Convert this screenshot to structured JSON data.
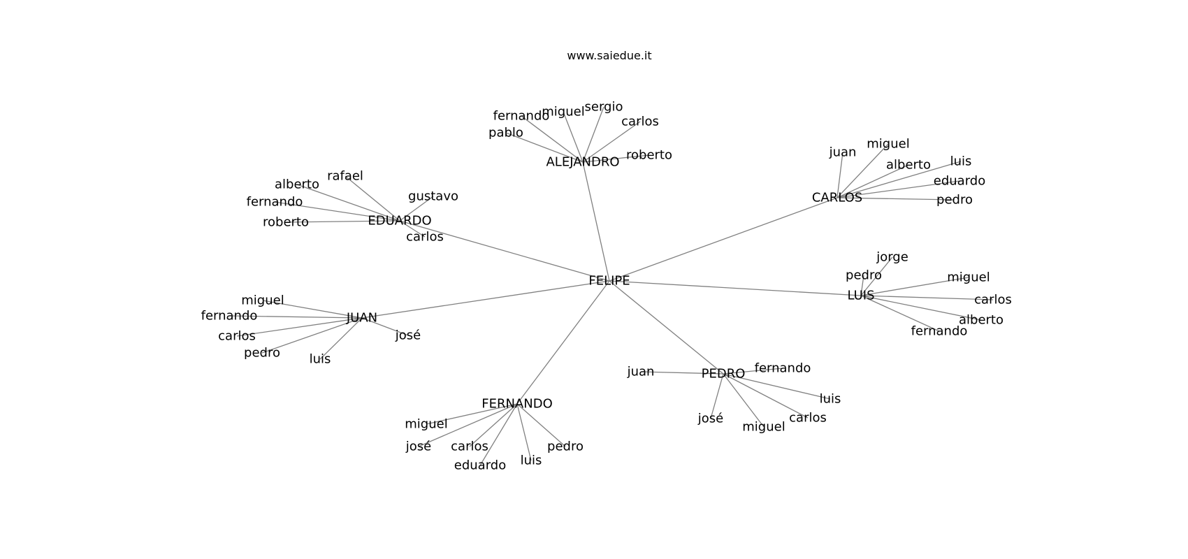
{
  "title": "www.saiedue.it",
  "graph": {
    "center": "FELIPE",
    "hubs": [
      {
        "name": "ALEJANDRO",
        "leaves": [
          "fernando",
          "miguel",
          "sergio",
          "carlos",
          "pablo",
          "roberto"
        ]
      },
      {
        "name": "CARLOS",
        "leaves": [
          "juan",
          "miguel",
          "alberto",
          "luis",
          "eduardo",
          "pedro"
        ]
      },
      {
        "name": "EDUARDO",
        "leaves": [
          "rafael",
          "alberto",
          "gustavo",
          "fernando",
          "roberto",
          "carlos"
        ]
      },
      {
        "name": "LUIS",
        "leaves": [
          "jorge",
          "pedro",
          "miguel",
          "carlos",
          "alberto",
          "fernando"
        ]
      },
      {
        "name": "JUAN",
        "leaves": [
          "miguel",
          "fernando",
          "carlos",
          "pedro",
          "luis",
          "josé"
        ]
      },
      {
        "name": "PEDRO",
        "leaves": [
          "juan",
          "fernando",
          "luis",
          "carlos",
          "miguel",
          "josé"
        ]
      },
      {
        "name": "FERNANDO",
        "leaves": [
          "miguel",
          "josé",
          "carlos",
          "eduardo",
          "luis",
          "pedro"
        ]
      }
    ]
  }
}
